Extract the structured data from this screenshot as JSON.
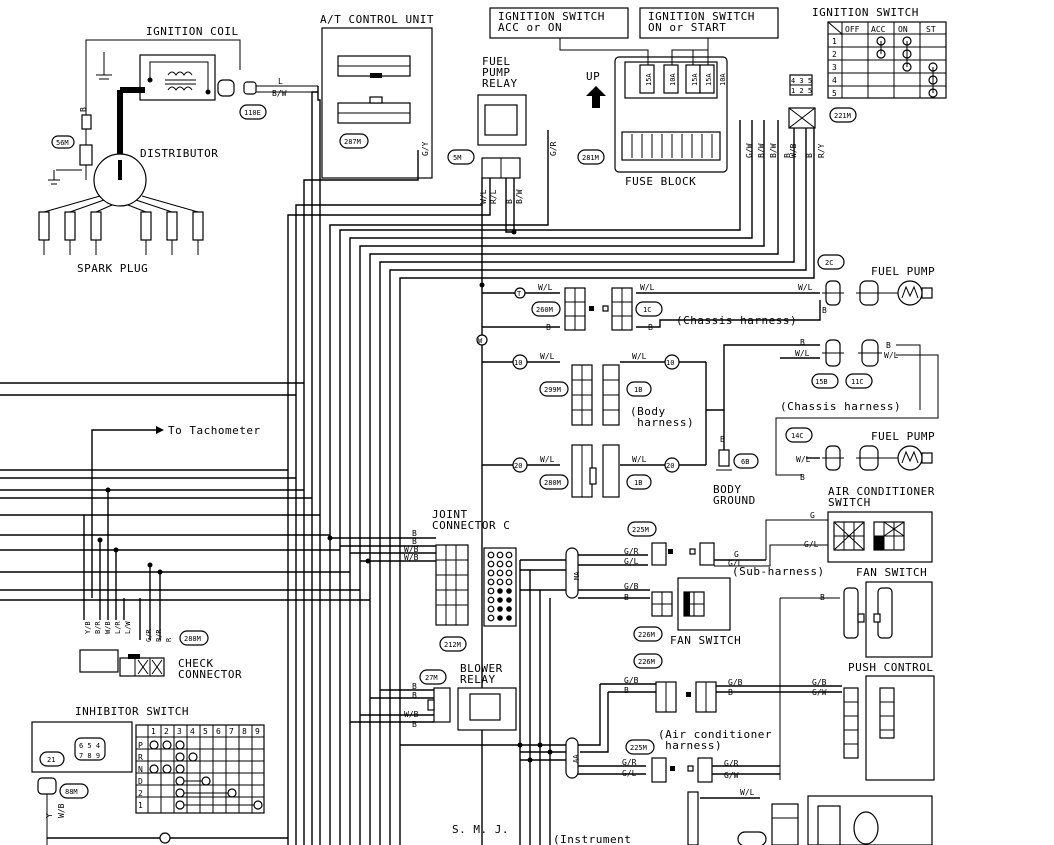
{
  "title_labels": {
    "ignition_coil": "IGNITION COIL",
    "at_control_unit": "A/T CONTROL UNIT",
    "ign_sw_acc": "IGNITION SWITCH\nACC or ON",
    "ign_sw_on": "IGNITION SWITCH\nON or START",
    "ignition_switch": "IGNITION SWITCH",
    "fuel_pump_relay": "FUEL\nPUMP\nRELAY",
    "up": "UP",
    "distributor": "DISTRIBUTOR",
    "spark_plug": "SPARK PLUG",
    "fuse_block": "FUSE BLOCK",
    "fuel_pump": "FUEL PUMP",
    "fuel_pump_2": "FUEL PUMP",
    "chassis_harness_1": "(Chassis  harness)",
    "chassis_harness_2": "(Chassis  harness)",
    "body_harness": "(Body\n harness)",
    "body_ground": "BODY\nGROUND",
    "to_tachometer": "To Tachometer",
    "joint_connector": "JOINT\nCONNECTOR C",
    "air_conditioner_switch": "AIR CONDITIONER\nSWITCH",
    "sub_harness": "(Sub-harness)",
    "fan_switch": "FAN SWITCH",
    "fan_switch_2": "FAN SWITCH",
    "push_control": "PUSH CONTROL",
    "check_connector": "CHECK\nCONNECTOR",
    "inhibitor_switch": "INHIBITOR SWITCH",
    "blower_relay": "BLOWER\nRELAY",
    "ac_harness": "(Air conditioner\n harness)",
    "smj": "S. M. J.",
    "instrument": "(Instrument"
  },
  "connector_ids": {
    "c110e": "110E",
    "c287m": "287M",
    "c56m": "56M",
    "c5m": "5M",
    "c281m": "281M",
    "c221m": "221M",
    "c2c": "2C",
    "c260m": "260M",
    "c1c": "1C",
    "c15b": "15B",
    "c11c": "11C",
    "c299m": "299M",
    "c1b_a": "1B",
    "c14c": "14C",
    "c6b": "6B",
    "c280m": "280M",
    "c1b_b": "1B",
    "c225m_a": "225M",
    "c212m": "212M",
    "c226m": "226M",
    "c226m_b": "226M",
    "c225m_b": "225M",
    "c27m": "27M",
    "c288m": "288M",
    "c21": "21",
    "c88m": "88M"
  },
  "wire_colors": {
    "l": "L",
    "bw": "B/W",
    "b": "B",
    "gy": "G/Y",
    "gr": "G/R",
    "wl": "W/L",
    "rl": "R/L",
    "gw": "G/W",
    "wb": "W/B",
    "ry": "R/Y",
    "gl": "G/L",
    "gb": "G/B",
    "g": "G",
    "y": "Y",
    "wb_short": "W/B"
  },
  "fuse_ratings": [
    "15A",
    "10A",
    "15A",
    "15A",
    "10A"
  ],
  "ignition_switch_table": {
    "headers": [
      "OFF",
      "ACC",
      "ON",
      "ST"
    ],
    "rows": [
      "1",
      "2",
      "3",
      "4",
      "5"
    ],
    "mini_label_top": "4 3 5",
    "mini_label_bottom": "1 2 5"
  },
  "inhibitor_table": {
    "headers": [
      "1",
      "2",
      "3",
      "4",
      "5",
      "6",
      "7",
      "8",
      "9"
    ],
    "rows": [
      "P",
      "R",
      "N",
      "D",
      "2",
      "1"
    ],
    "connector_pins_top": "6 5 4",
    "connector_pins_bottom": "7 8 9"
  },
  "check_connector_wires": [
    "Y/B",
    "B/R",
    "W/B",
    "L/R",
    "L/W",
    "G/R",
    "B/R",
    "R"
  ],
  "markers": {
    "m10": "10",
    "m20": "20",
    "mt": "T",
    "mw": "W",
    "ma": "MA",
    "aa": "AA"
  }
}
